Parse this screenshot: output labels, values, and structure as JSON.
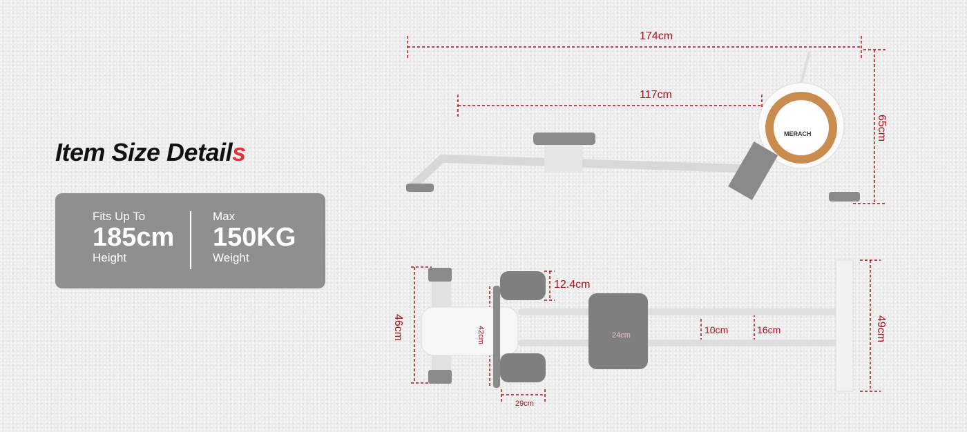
{
  "title": {
    "main": "Item Size Detail",
    "accent": "s"
  },
  "specs": [
    {
      "label": "Fits Up To",
      "value": "185cm",
      "unit_label": "Height"
    },
    {
      "label": "Max",
      "value": "150KG",
      "unit_label": "Weight"
    }
  ],
  "brand": "MERACH",
  "dimensions": {
    "side_length": "174cm",
    "rail_length": "117cm",
    "side_height": "65cm",
    "top_width": "46cm",
    "pedal_height": "12.4cm",
    "flywheel_width": "42cm",
    "pedal_depth": "29cm",
    "seat_width": "24cm",
    "rail_gap_inner": "10cm",
    "rail_gap_outer": "16cm",
    "base_width": "49cm"
  },
  "colors": {
    "accent": "#e0333a",
    "dimension": "#a0141e",
    "card": "#8f8f8f"
  }
}
